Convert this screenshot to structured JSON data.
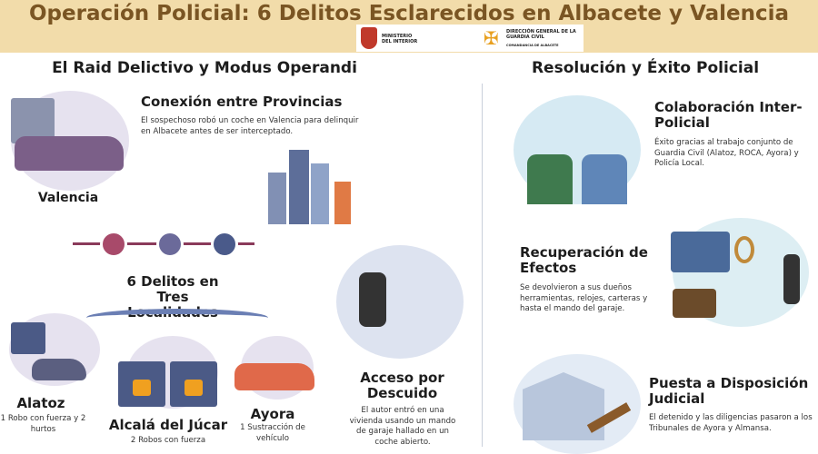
{
  "header": {
    "title": "Operación Policial: 6 Delitos Esclarecidos en Albacete y Valencia",
    "logo_ministerio": "MINISTERIO DEL INTERIOR",
    "logo_guardia": "DIRECCIÓN GENERAL DE LA GUARDIA CIVIL",
    "logo_guardia_sub": "COMANDANCIA DE ALBACETE"
  },
  "left": {
    "heading": "El Raid Delictivo y Modus Operandi",
    "conexion": {
      "title": "Conexión entre Provincias",
      "text": "El sospechoso robó un coche en Valencia para delinquir en Albacete antes de ser interceptado."
    },
    "valencia_label": "Valencia",
    "delitos": {
      "title": "6 Delitos en Tres Localidades"
    },
    "locations": [
      {
        "name": "Alatoz",
        "detail": "1 Robo con fuerza y 2 hurtos"
      },
      {
        "name": "Alcalá del Júcar",
        "detail": "2 Robos con fuerza"
      },
      {
        "name": "Ayora",
        "detail": "1 Sustracción de vehículo"
      }
    ],
    "acceso": {
      "title": "Acceso por Descuido",
      "text": "El autor entró en una vivienda usando un mando de garaje hallado en un coche abierto."
    }
  },
  "right": {
    "heading": "Resolución y Éxito Policial",
    "items": [
      {
        "title": "Colaboración Inter-Policial",
        "text": "Éxito gracias al trabajo conjunto de Guardia Civil (Alatoz, ROCA, Ayora) y Policía Local."
      },
      {
        "title": "Recuperación de Efectos",
        "text": "Se devolvieron a sus dueños herramientas, relojes, carteras y hasta el mando del garaje."
      },
      {
        "title": "Puesta a Disposición Judicial",
        "text": "El detenido y las diligencias pasaron a los Tribunales de Ayora y Almansa."
      }
    ]
  }
}
